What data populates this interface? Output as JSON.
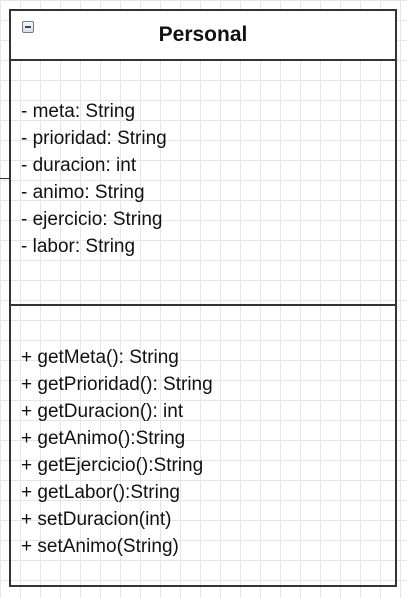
{
  "class": {
    "name": "Personal",
    "attributes": [
      "- meta: String",
      "- prioridad: String",
      "- duracion: int",
      "- animo: String",
      "- ejercicio: String",
      "- labor: String"
    ],
    "methods": [
      "+ getMeta(): String",
      "+ getPrioridad(): String",
      "+ getDuracion(): int",
      "+ getAnimo():String",
      "+ getEjercicio():String",
      "+ getLabor():String",
      "+ setDuracion(int)",
      "+ setAnimo(String)"
    ]
  },
  "icons": {
    "collapse": "minus-square-icon"
  },
  "colors": {
    "border": "#333333",
    "grid": "#e6e6e6",
    "background": "#ffffff"
  }
}
